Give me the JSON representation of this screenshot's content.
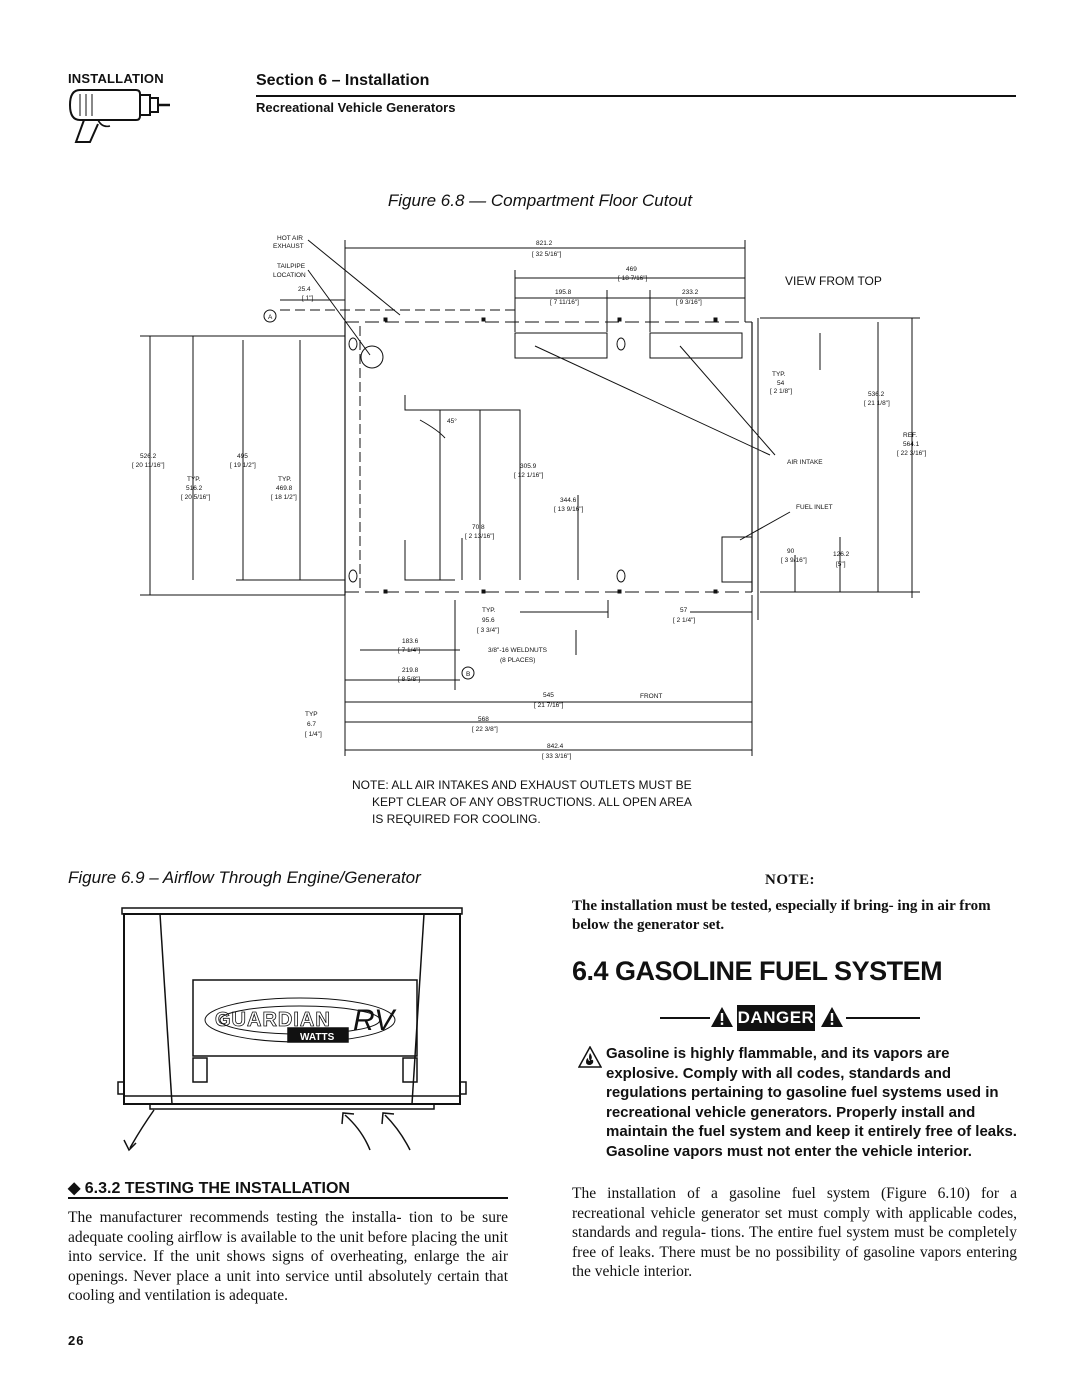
{
  "header": {
    "tag": "INSTALLATION",
    "section": "Section 6 – Installation",
    "subtitle": "Recreational Vehicle Generators"
  },
  "figure_8": {
    "caption": "Figure 6.8 — Compartment Floor Cutout",
    "view_label": "VIEW FROM TOP",
    "labels": {
      "hot_air": "HOT AIR",
      "exhaust": "EXHAUST",
      "tailpipe": "TAILPIPE",
      "location": "LOCATION",
      "air_intake": "AIR INTAKE",
      "fuel_inlet": "FUEL INLET",
      "front": "FRONT",
      "weldnuts": "3/8\"-16 WELDNUTS",
      "places": "(8 PLACES)",
      "angle": "45°",
      "point_a": "A",
      "point_b": "B",
      "typ": "TYP.",
      "typ_no_dot": "TYP",
      "ref": "REF."
    },
    "dims": {
      "d821": "821.2",
      "d821i": "[ 32 5/16\"]",
      "d469": "469",
      "d469i": "[ 18 7/16\"]",
      "d195": "195.8",
      "d195i": "[ 7 11/16\"]",
      "d233": "233.2",
      "d233i": "[ 9 3/16\"]",
      "d25": "25.4",
      "d25i": "[ 1\"]",
      "d54": "54",
      "d54i": "[ 2 1/8\"]",
      "d536": "536.2",
      "d536i": "[ 21 1/8\"]",
      "d564": "564.1",
      "d564i": "[ 22 3/16\"]",
      "d526": "526.2",
      "d526i": "[ 20 11/16\"]",
      "d495": "495",
      "d495i": "[ 19 1/2\"]",
      "d516": "516.2",
      "d516i": "[ 20 5/16\"]",
      "d469b": "469.8",
      "d469bi": "[ 18 1/2\"]",
      "d305": "305.9",
      "d305i": "[ 12 1/16\"]",
      "d344": "344.6",
      "d344i": "[ 13 9/16\"]",
      "d70": "70.8",
      "d70i": "[ 2 13/16\"]",
      "d90": "90",
      "d90i": "[ 3 9/16\"]",
      "d126": "126.2",
      "d126i": "[5\"]",
      "d95": "95.6",
      "d95i": "[ 3 3/4\"]",
      "d57": "57",
      "d57i": "[ 2 1/4\"]",
      "d183": "183.6",
      "d183i": "[ 7 1/4\"]",
      "d219": "219.8",
      "d219i": "[ 8 5/8\"]",
      "d545": "545",
      "d545i": "[ 21 7/16\"]",
      "d6": "6.7",
      "d6i": "[ 1/4\"]",
      "d568": "568",
      "d568i": "[ 22 3/8\"]",
      "d842": "842.4",
      "d842i": "[ 33 3/16\"]"
    },
    "note_lines": [
      "NOTE: ALL AIR INTAKES AND EXHAUST OUTLETS MUST BE",
      "KEPT CLEAR OF ANY OBSTRUCTIONS.  ALL OPEN AREA",
      "IS REQUIRED FOR COOLING."
    ]
  },
  "figure_9": {
    "caption": "Figure 6.9 – Airflow Through Engine/Generator",
    "brand": "GUARDIAN",
    "brand_script": "RV",
    "brand_badge": "WATTS"
  },
  "note": {
    "heading": "NOTE:",
    "body": "The installation must be tested, especially if bring- ing in air from below the generator set."
  },
  "section_6_4": {
    "heading": "6.4   GASOLINE FUEL SYSTEM",
    "danger_label": "DANGER",
    "danger_text": "Gasoline is highly flammable, and its vapors are explosive. Comply with all codes, standards and regulations pertaining to gasoline fuel systems used in recreational vehicle generators. Properly install and maintain the fuel system and keep it entirely free of leaks. Gasoline vapors must not enter the vehicle interior.",
    "paragraph": "The installation of a gasoline fuel system (Figure 6.10) for a recreational vehicle generator set must comply with applicable codes, standards and regula- tions. The entire fuel system must be completely free of leaks. There must be no possibility of gasoline vapors entering the vehicle interior."
  },
  "section_6_3_2": {
    "heading": "◆  6.3.2   TESTING THE INSTALLATION",
    "paragraph": "The manufacturer recommends testing the installa- tion to be sure adequate cooling airflow is available to the unit before placing the unit into service. If the unit shows signs of overheating, enlarge the air openings. Never place a unit into service until absolutely certain that cooling and ventilation is adequate."
  },
  "page_number": "26"
}
